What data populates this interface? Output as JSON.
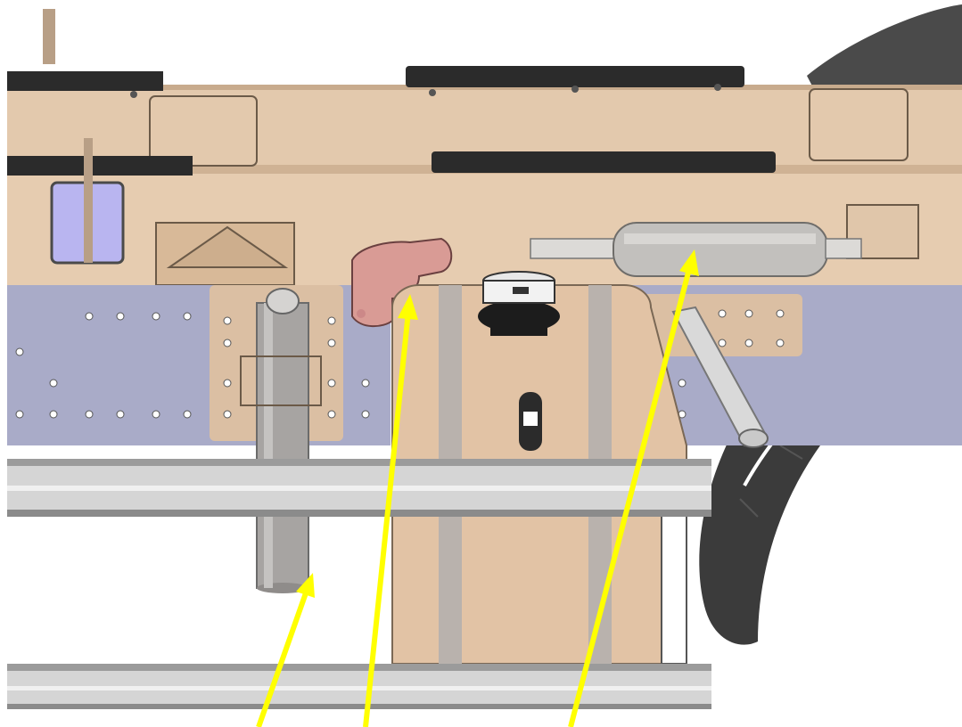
{
  "figure": {
    "colors": {
      "background": "#ffffff",
      "frame_rail": "#e3c9ad",
      "frame_rail_shadow": "#c8ab8d",
      "rail_cap": "#2b2b2b",
      "side_plate": "#a9abc8",
      "side_plate_holes": "#ffffff",
      "tank": "#e2c3a5",
      "tank_band": "#b9b2ad",
      "cap": "#1c1c1c",
      "cylinder": "#a7a4a2",
      "muffler": "#c2c0bd",
      "bracket_pink": "#d99b95",
      "step_rail": "#c9c9c9",
      "tire": "#3a3a3a",
      "window": "#b9b5f0",
      "arrow": "#ffff00"
    },
    "callouts": [
      {
        "target": "vertical-cylinder"
      },
      {
        "target": "tank-bracket"
      },
      {
        "target": "muffler"
      }
    ]
  }
}
